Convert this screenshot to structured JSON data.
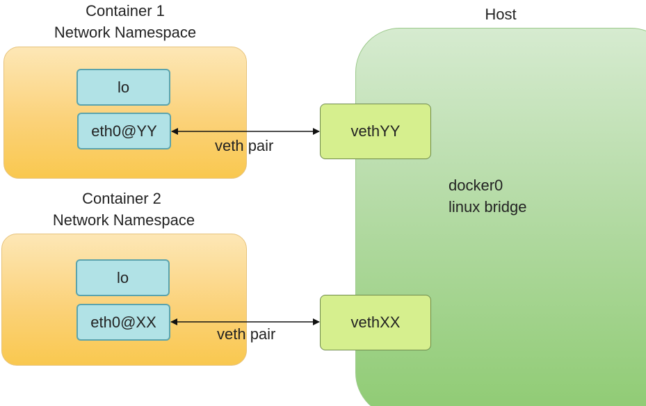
{
  "host": {
    "title": "Host",
    "bridge_line1": "docker0",
    "bridge_line2": "linux bridge"
  },
  "container1": {
    "title_line1": "Container 1",
    "title_line2": "Network Namespace",
    "lo": "lo",
    "eth": "eth0@YY"
  },
  "container2": {
    "title_line1": "Container 2",
    "title_line2": "Network Namespace",
    "lo": "lo",
    "eth": "eth0@XX"
  },
  "veth1": {
    "host_end": "vethYY",
    "pair_label": "veth pair"
  },
  "veth2": {
    "host_end": "vethXX",
    "pair_label": "veth pair"
  },
  "colors": {
    "namespace_fill": "#fbd27a",
    "host_fill": "#a6d48f",
    "iface_cyan": "#b1e2e6",
    "iface_lime": "#d6ef8e"
  }
}
